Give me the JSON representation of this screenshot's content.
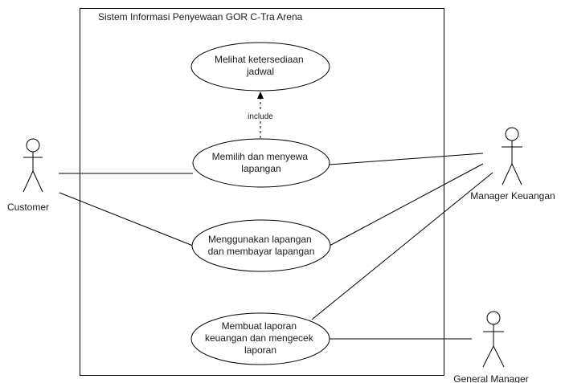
{
  "system": {
    "title": "Sistem Informasi Penyewaan GOR C-Tra Arena"
  },
  "actors": {
    "customer": "Customer",
    "manager_keuangan": "Manager Keuangan",
    "general_manager": "General Manager"
  },
  "use_cases": {
    "melihat": [
      "Melihat ketersediaan",
      "jadwal"
    ],
    "memilih": [
      "Memilih dan menyewa",
      "lapangan"
    ],
    "menggunakan": [
      "Menggunakan lapangan",
      "dan membayar lapangan"
    ],
    "membuat": [
      "Membuat laporan",
      "keuangan dan mengecek",
      "laporan"
    ]
  },
  "relations": {
    "include_label": "include"
  },
  "colors": {
    "line": "#000000",
    "text": "#1a1a1a",
    "background": "#ffffff"
  }
}
